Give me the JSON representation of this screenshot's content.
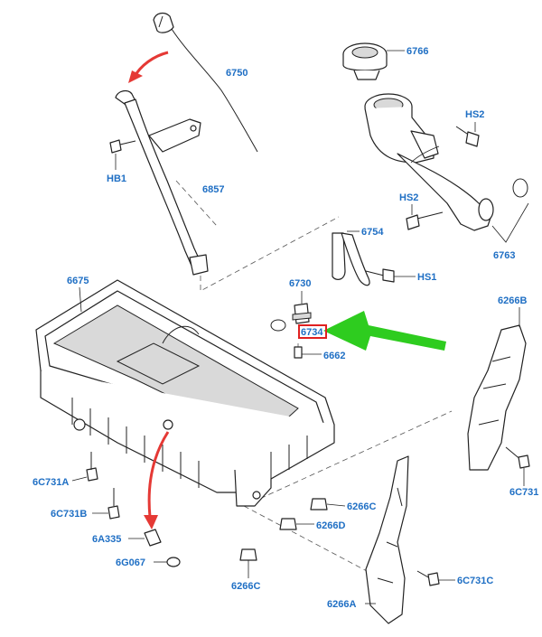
{
  "colors": {
    "label": "#1f6fc4",
    "red_arrow": "#e53935",
    "green_arrow": "#2ecc1f",
    "highlight_box": "#e02020"
  },
  "labels": {
    "p6750": "6750",
    "p6766": "6766",
    "hs2_top": "HS2",
    "hb1": "HB1",
    "p6857": "6857",
    "hs2_mid": "HS2",
    "p6754": "6754",
    "p6763": "6763",
    "hs1": "HS1",
    "p6675": "6675",
    "p6730": "6730",
    "p6734": "6734",
    "p6662": "6662",
    "p6266b": "6266B",
    "p6c731_right": "6C731",
    "p6c731a": "6C731A",
    "p6c731b": "6C731B",
    "p6a335": "6A335",
    "p6g067": "6G067",
    "p6266c_a": "6266C",
    "p6266d": "6266D",
    "p6266c_b": "6266C",
    "p6c731c": "6C731C",
    "p6266a": "6266A"
  }
}
